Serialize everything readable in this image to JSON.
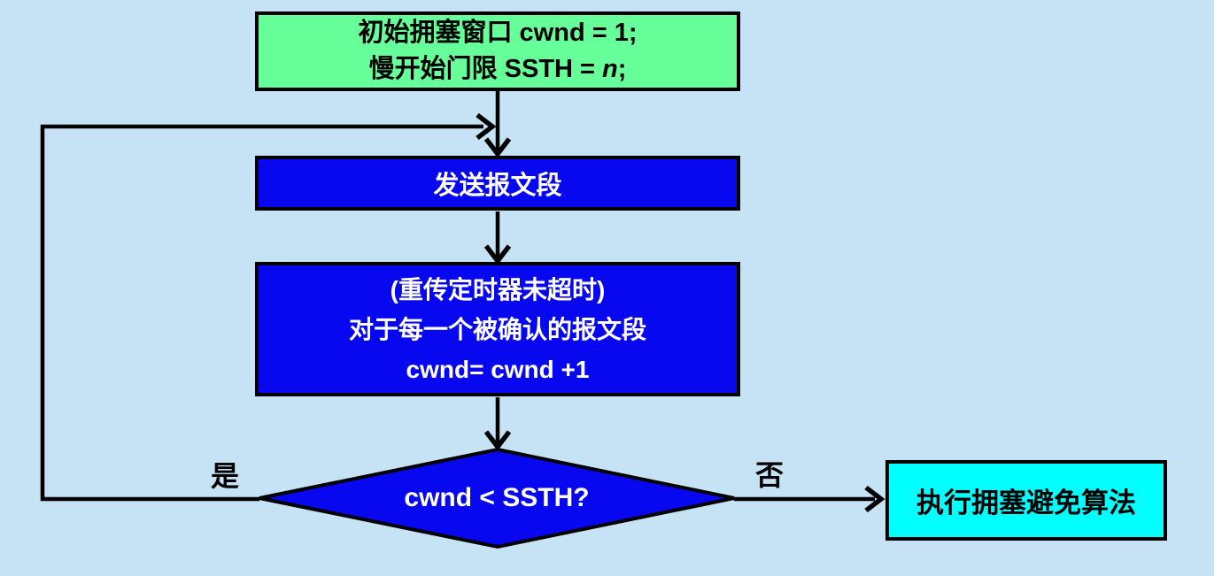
{
  "diagram": {
    "title_meaning": "TCP slow start flowchart",
    "background_color": "#C6E3F5",
    "line_color": "#000000"
  },
  "nodes": {
    "init": {
      "line1": "初始拥塞窗口 cwnd = 1;",
      "line2_prefix": "慢开始门限 SSTH  = ",
      "line2_var": "n",
      "line2_suffix": ";",
      "fill": "#66FF99",
      "text_color": "#000000"
    },
    "send": {
      "label": "发送报文段",
      "fill": "#0707F0",
      "text_color": "#FFFFFF"
    },
    "ack": {
      "line1": "(重传定时器未超时)",
      "line2": "对于每一个被确认的报文段",
      "line3": "cwnd= cwnd +1",
      "fill": "#0707F0",
      "text_color": "#FFFFFF"
    },
    "decision": {
      "label": "cwnd < SSTH?",
      "fill": "#0707F0",
      "text_color": "#FFFFFF"
    },
    "avoidance": {
      "label": "执行拥塞避免算法",
      "fill": "#00FFFF",
      "text_color": "#000000"
    }
  },
  "edges": {
    "yes_label": "是",
    "no_label": "否"
  }
}
